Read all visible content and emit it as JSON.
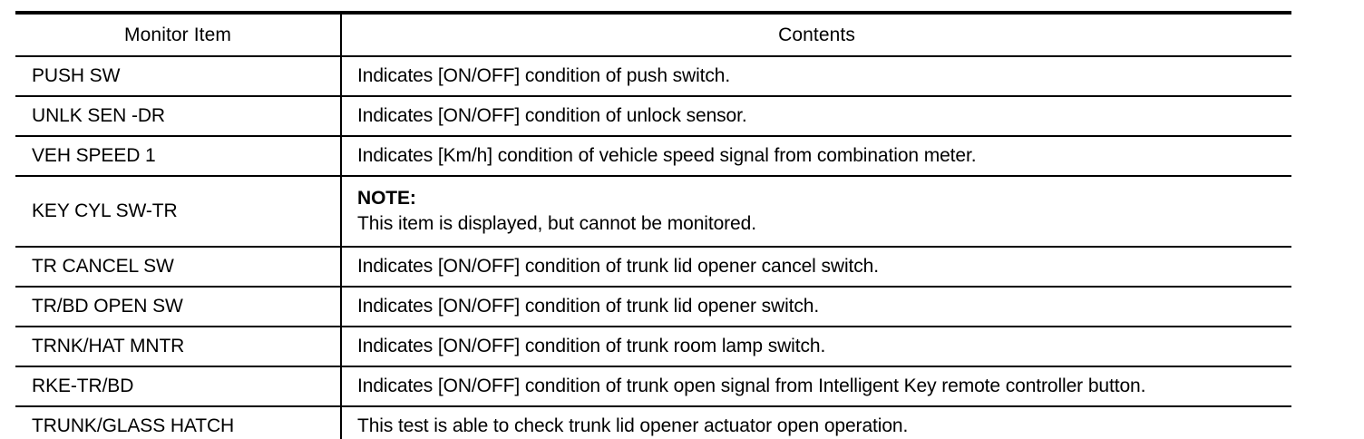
{
  "table": {
    "headers": {
      "monitor_item": "Monitor Item",
      "contents": "Contents"
    },
    "rows": [
      {
        "item": "PUSH SW",
        "contents": "Indicates [ON/OFF] condition of push switch.",
        "type": "simple"
      },
      {
        "item": "UNLK SEN -DR",
        "contents": "Indicates [ON/OFF] condition of unlock sensor.",
        "type": "simple"
      },
      {
        "item": "VEH SPEED 1",
        "contents": "Indicates [Km/h] condition of vehicle speed signal from combination meter.",
        "type": "simple"
      },
      {
        "item": "KEY CYL SW-TR",
        "note_label": "NOTE:",
        "note_text": "This item is displayed, but cannot be monitored.",
        "type": "note"
      },
      {
        "item": "TR CANCEL SW",
        "contents": "Indicates [ON/OFF] condition of trunk lid opener cancel switch.",
        "type": "simple"
      },
      {
        "item": "TR/BD OPEN SW",
        "contents": "Indicates [ON/OFF] condition of trunk lid opener switch.",
        "type": "simple"
      },
      {
        "item": "TRNK/HAT MNTR",
        "contents": "Indicates [ON/OFF] condition of trunk room lamp switch.",
        "type": "simple"
      },
      {
        "item": "RKE-TR/BD",
        "contents": "Indicates [ON/OFF] condition of trunk open signal from Intelligent Key remote controller button.",
        "type": "simple"
      },
      {
        "item": "TRUNK/GLASS HATCH",
        "contents": "This test is able to check trunk lid opener actuator open operation.",
        "type": "simple"
      }
    ]
  },
  "colors": {
    "rule": "#000000",
    "text": "#000000",
    "background": "#ffffff"
  }
}
